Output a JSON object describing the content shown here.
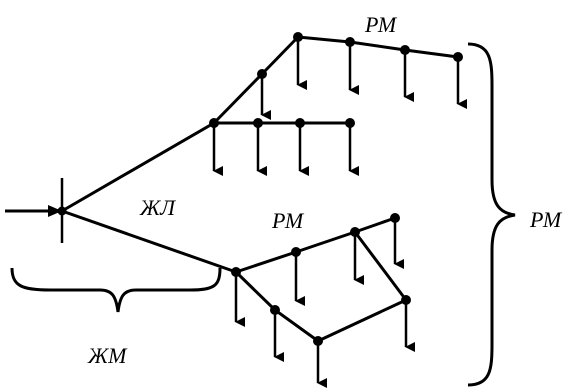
{
  "diagram": {
    "labels": {
      "rm_top": "РМ",
      "zhl": "ЖЛ",
      "rm_mid": "РМ",
      "rm_right": "РМ",
      "zhm": "ЖМ"
    }
  }
}
